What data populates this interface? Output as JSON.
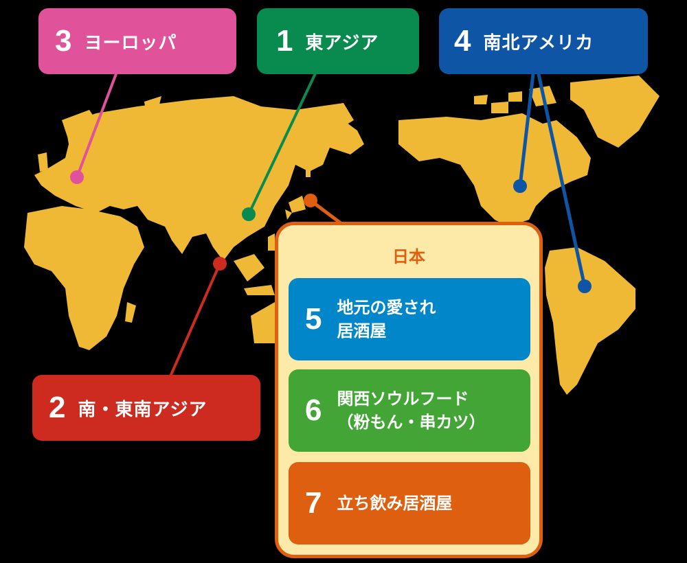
{
  "colors": {
    "background": "#000000",
    "land": "#efb935",
    "east_asia": "#098a4f",
    "south_asia": "#cd2a20",
    "europe": "#e05299",
    "americas": "#0f55a6",
    "japan_panel_bg": "#fdeaa8",
    "japan_panel_border": "#de5f10",
    "local_izakaya": "#0086c9",
    "kansai_soulfood": "#43a536",
    "tachinomi": "#de5f10"
  },
  "regions": [
    {
      "id": "east-asia",
      "number": "1",
      "label": "東アジア"
    },
    {
      "id": "south-southeast-asia",
      "number": "2",
      "label": "南・東南アジア"
    },
    {
      "id": "europe",
      "number": "3",
      "label": "ヨーロッパ"
    },
    {
      "id": "americas",
      "number": "4",
      "label": "南北アメリカ"
    }
  ],
  "japan": {
    "title": "日本",
    "items": [
      {
        "number": "5",
        "line1": "地元の愛され",
        "line2": "居酒屋"
      },
      {
        "number": "6",
        "line1": "関西ソウルフード",
        "line2": "（粉もん・串カツ）"
      },
      {
        "number": "7",
        "line1": "立ち飲み居酒屋",
        "line2": ""
      }
    ]
  }
}
